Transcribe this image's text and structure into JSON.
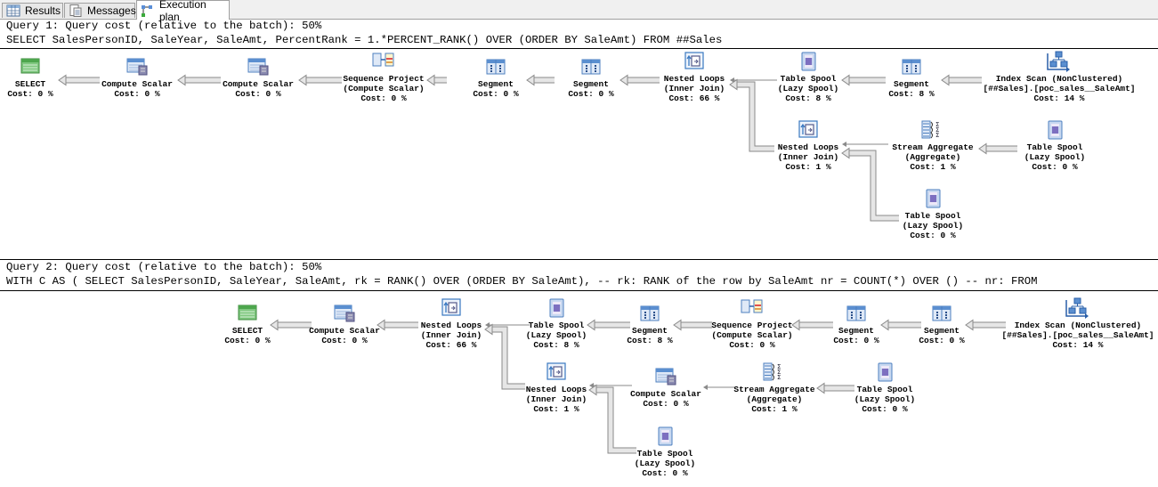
{
  "tabs": [
    {
      "label": "Results",
      "icon": "grid-icon",
      "active": false
    },
    {
      "label": "Messages",
      "icon": "document-icon",
      "active": false
    },
    {
      "label": "Execution plan",
      "icon": "execution-plan-icon",
      "active": true
    }
  ],
  "queries": [
    {
      "header": "Query 1: Query cost (relative to the batch): 50%",
      "sql": "SELECT SalesPersonID, SaleYear, SaleAmt, PercentRank = 1.*PERCENT_RANK() OVER (ORDER BY SaleAmt) FROM ##Sales",
      "operators": [
        {
          "id": "q1-select",
          "icon": "select-icon",
          "lines": [
            "SELECT",
            "Cost: 0 %"
          ]
        },
        {
          "id": "q1-cs1",
          "icon": "compute-scalar-icon",
          "lines": [
            "Compute Scalar",
            "Cost: 0 %"
          ]
        },
        {
          "id": "q1-cs2",
          "icon": "compute-scalar-icon",
          "lines": [
            "Compute Scalar",
            "Cost: 0 %"
          ]
        },
        {
          "id": "q1-seqproj",
          "icon": "sequence-project-icon",
          "lines": [
            "Sequence Project",
            "(Compute Scalar)",
            "Cost: 0 %"
          ]
        },
        {
          "id": "q1-seg1",
          "icon": "segment-icon",
          "lines": [
            "Segment",
            "Cost: 0 %"
          ]
        },
        {
          "id": "q1-seg2",
          "icon": "segment-icon",
          "lines": [
            "Segment",
            "Cost: 0 %"
          ]
        },
        {
          "id": "q1-nl1",
          "icon": "nested-loops-icon",
          "lines": [
            "Nested Loops",
            "(Inner Join)",
            "Cost: 66 %"
          ]
        },
        {
          "id": "q1-ts1",
          "icon": "table-spool-icon",
          "lines": [
            "Table Spool",
            "(Lazy Spool)",
            "Cost: 8 %"
          ]
        },
        {
          "id": "q1-seg3",
          "icon": "segment-icon",
          "lines": [
            "Segment",
            "Cost: 8 %"
          ]
        },
        {
          "id": "q1-iscan",
          "icon": "index-scan-icon",
          "lines": [
            "Index Scan (NonClustered)",
            "[##Sales].[poc_sales__SaleAmt]",
            "Cost: 14 %"
          ]
        },
        {
          "id": "q1-nl2",
          "icon": "nested-loops-icon",
          "lines": [
            "Nested Loops",
            "(Inner Join)",
            "Cost: 1 %"
          ]
        },
        {
          "id": "q1-sagg",
          "icon": "stream-aggregate-icon",
          "lines": [
            "Stream Aggregate",
            "(Aggregate)",
            "Cost: 1 %"
          ]
        },
        {
          "id": "q1-ts2",
          "icon": "table-spool-icon",
          "lines": [
            "Table Spool",
            "(Lazy Spool)",
            "Cost: 0 %"
          ]
        },
        {
          "id": "q1-ts3",
          "icon": "table-spool-icon",
          "lines": [
            "Table Spool",
            "(Lazy Spool)",
            "Cost: 0 %"
          ]
        }
      ]
    },
    {
      "header": "Query 2: Query cost (relative to the batch): 50%",
      "sql": "WITH C AS ( SELECT SalesPersonID, SaleYear, SaleAmt, rk = RANK() OVER (ORDER BY SaleAmt), -- rk: RANK of the row by SaleAmt nr = COUNT(*) OVER () -- nr: FROM",
      "operators": [
        {
          "id": "q2-select",
          "icon": "select-icon",
          "lines": [
            "SELECT",
            "Cost: 0 %"
          ]
        },
        {
          "id": "q2-cs1",
          "icon": "compute-scalar-icon",
          "lines": [
            "Compute Scalar",
            "Cost: 0 %"
          ]
        },
        {
          "id": "q2-nl1",
          "icon": "nested-loops-icon",
          "lines": [
            "Nested Loops",
            "(Inner Join)",
            "Cost: 66 %"
          ]
        },
        {
          "id": "q2-ts1",
          "icon": "table-spool-icon",
          "lines": [
            "Table Spool",
            "(Lazy Spool)",
            "Cost: 8 %"
          ]
        },
        {
          "id": "q2-seg1",
          "icon": "segment-icon",
          "lines": [
            "Segment",
            "Cost: 8 %"
          ]
        },
        {
          "id": "q2-seqproj",
          "icon": "sequence-project-icon",
          "lines": [
            "Sequence Project",
            "(Compute Scalar)",
            "Cost: 0 %"
          ]
        },
        {
          "id": "q2-seg2",
          "icon": "segment-icon",
          "lines": [
            "Segment",
            "Cost: 0 %"
          ]
        },
        {
          "id": "q2-seg3",
          "icon": "segment-icon",
          "lines": [
            "Segment",
            "Cost: 0 %"
          ]
        },
        {
          "id": "q2-iscan",
          "icon": "index-scan-icon",
          "lines": [
            "Index Scan (NonClustered)",
            "[##Sales].[poc_sales__SaleAmt]",
            "Cost: 14 %"
          ]
        },
        {
          "id": "q2-nl2",
          "icon": "nested-loops-icon",
          "lines": [
            "Nested Loops",
            "(Inner Join)",
            "Cost: 1 %"
          ]
        },
        {
          "id": "q2-cs2",
          "icon": "compute-scalar-icon",
          "lines": [
            "Compute Scalar",
            "Cost: 0 %"
          ]
        },
        {
          "id": "q2-sagg",
          "icon": "stream-aggregate-icon",
          "lines": [
            "Stream Aggregate",
            "(Aggregate)",
            "Cost: 1 %"
          ]
        },
        {
          "id": "q2-ts2",
          "icon": "table-spool-icon",
          "lines": [
            "Table Spool",
            "(Lazy Spool)",
            "Cost: 0 %"
          ]
        },
        {
          "id": "q2-ts3",
          "icon": "table-spool-icon",
          "lines": [
            "Table Spool",
            "(Lazy Spool)",
            "Cost: 0 %"
          ]
        }
      ]
    }
  ]
}
